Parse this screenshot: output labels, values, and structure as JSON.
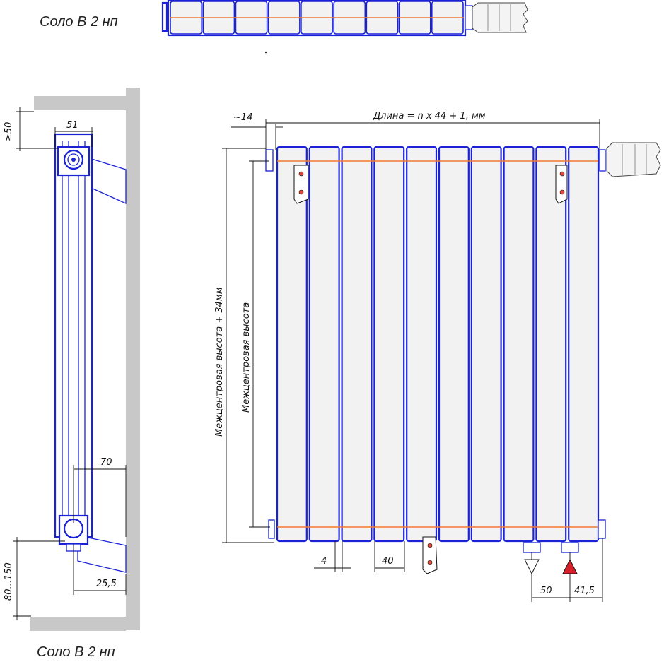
{
  "captions": {
    "top": "Соло В 2 нп",
    "bottom": "Соло В 2 нп"
  },
  "dimensions": {
    "clearance_top": "≥50",
    "depth_top": "51",
    "offset_70": "70",
    "offset_25_5": "25,5",
    "floor_gap": "80...150",
    "length_formula": "Длина = n x 44 + 1, мм",
    "side_14": "~14",
    "height_total": "Межцентровая высота + 34мм",
    "height_center": "Межцентровая высота",
    "gap_4": "4",
    "section_40": "40",
    "pipe_50": "50",
    "pipe_41_5": "41,5"
  },
  "radiator": {
    "sections": 10,
    "colors": {
      "outline": "#1a22d8",
      "pipe_line": "#f07a30",
      "wall": "#c8c8c8",
      "valve_fill": "#d8202a"
    }
  }
}
